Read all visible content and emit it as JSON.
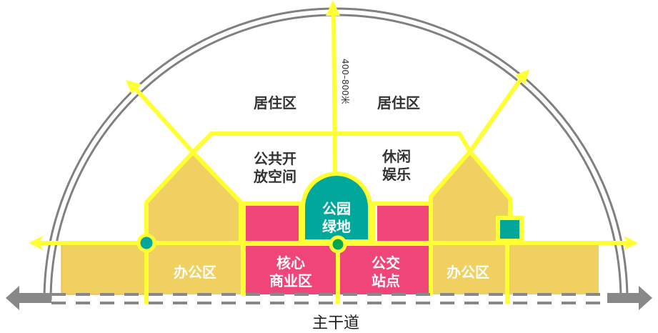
{
  "colors": {
    "road_yellow": "#FFFF33",
    "office_fill": "#F0D060",
    "commercial_fill": "#F04578",
    "park_fill": "#00A79A",
    "node_green": "#00A650",
    "node_teal": "#00A79A",
    "arc_gray": "#808080",
    "arterial_gray": "#888888"
  },
  "labels": {
    "radius": "400–800米",
    "residential_left": "居住区",
    "residential_right": "居住区",
    "public_open_space": "公共开\n放空间",
    "leisure": "休闲\n娱乐",
    "park": "公园\n绿地",
    "office_left": "办公区",
    "office_right": "办公区",
    "core_commercial": "核心\n商业区",
    "bus_station": "公交\n站点",
    "arterial_road": "主干道"
  },
  "icons": {
    "transit_node_center": "green-circle-node",
    "transit_node_left": "teal-circle-node",
    "transit_node_right": "teal-square-node"
  }
}
